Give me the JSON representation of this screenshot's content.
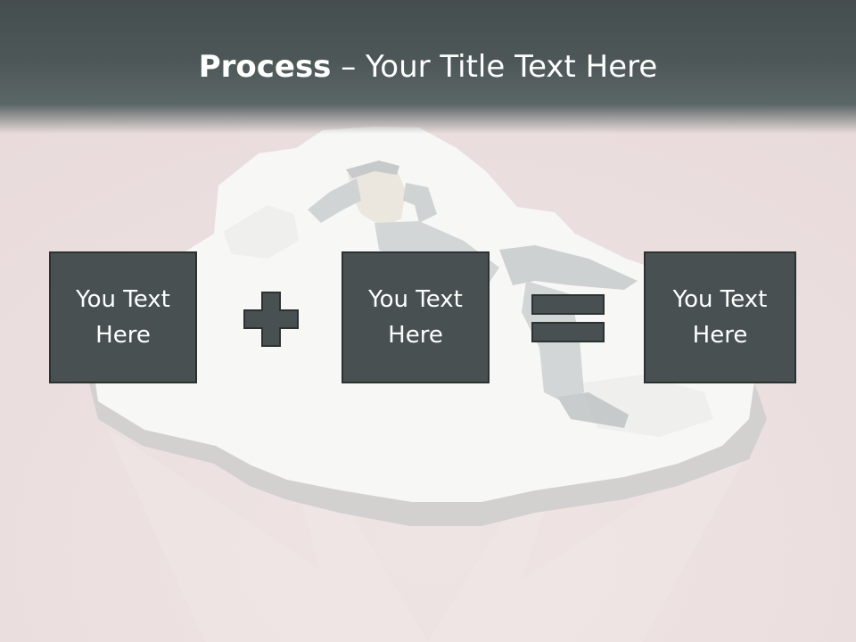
{
  "slide": {
    "title_bold": "Process",
    "title_rest": " – Your Title Text Here"
  },
  "process": {
    "steps": [
      {
        "label": "You Text Here"
      },
      {
        "label": "You Text Here"
      },
      {
        "label": "You Text Here"
      }
    ],
    "operators": [
      "plus-icon",
      "equals-icon"
    ]
  },
  "colors": {
    "title_bar": "#4d5757",
    "box_fill": "#485051",
    "box_border": "#2c3232",
    "background": "#eadddd",
    "cloud": "#f7f7f6"
  }
}
